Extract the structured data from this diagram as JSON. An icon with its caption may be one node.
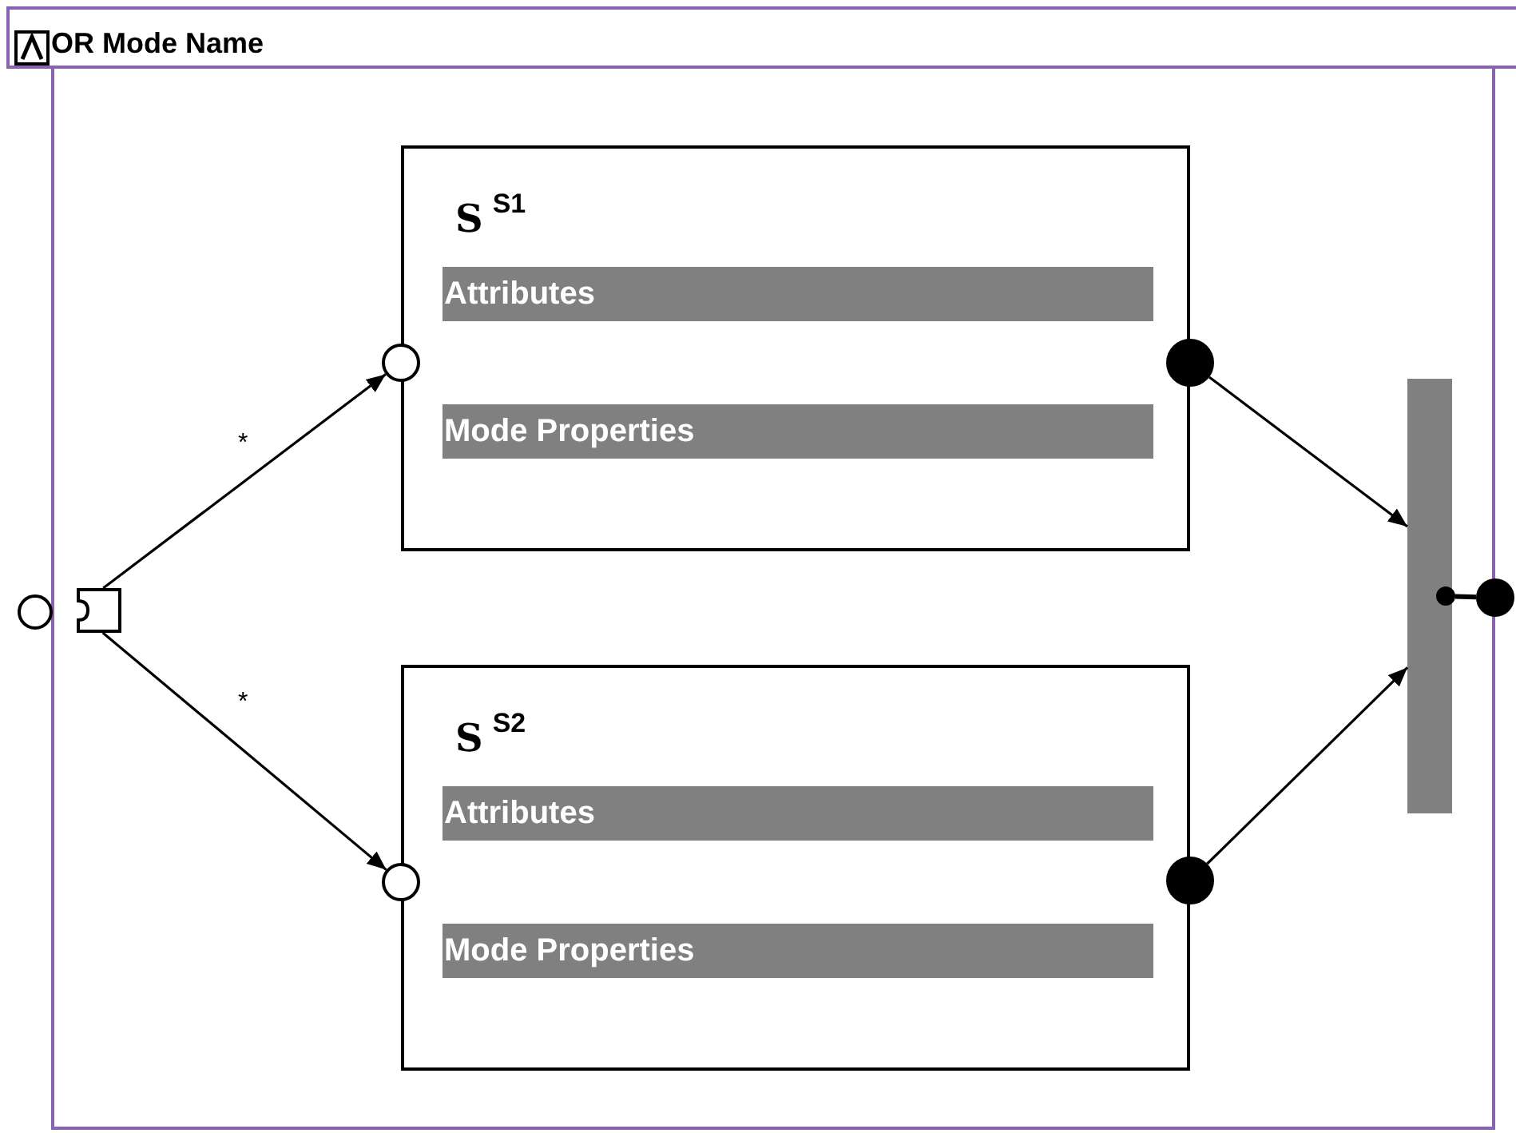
{
  "diagram": {
    "nodes": [
      {
        "text": [
          "OR Mode Name"
        ]
      },
      {
        "text": [
          "S",
          "S1",
          "Attributes",
          "Mode Properties"
        ],
        "in": 0
      },
      {
        "text": [
          "S",
          "S2",
          "Attributes",
          "Mode Properties"
        ],
        "in": 0
      },
      {
        "text": [],
        "shape": "circle"
      },
      {
        "text": [],
        "shape": "box",
        "in": 0
      },
      {
        "text": [],
        "shape": "circle",
        "in": 0
      },
      {
        "text": [],
        "shape": "circle",
        "in": 0
      },
      {
        "text": [],
        "shape": "circle",
        "in": 0
      },
      {
        "text": [],
        "shape": "circle",
        "in": 0
      },
      {
        "text": [],
        "shape": "bar",
        "in": 0
      },
      {
        "text": [],
        "shape": "circle",
        "in": 0
      },
      {
        "text": [],
        "shape": "circle"
      }
    ],
    "edges": [
      {
        "from": 4,
        "to": 5,
        "arrow": "to",
        "label": "*"
      },
      {
        "from": 4,
        "to": 7,
        "arrow": "to",
        "label": "*"
      },
      {
        "from": 6,
        "to": 9,
        "arrow": "to"
      },
      {
        "from": 8,
        "to": 9,
        "arrow": "to"
      },
      {
        "from": 10,
        "to": 11,
        "arrow": "none"
      }
    ]
  }
}
